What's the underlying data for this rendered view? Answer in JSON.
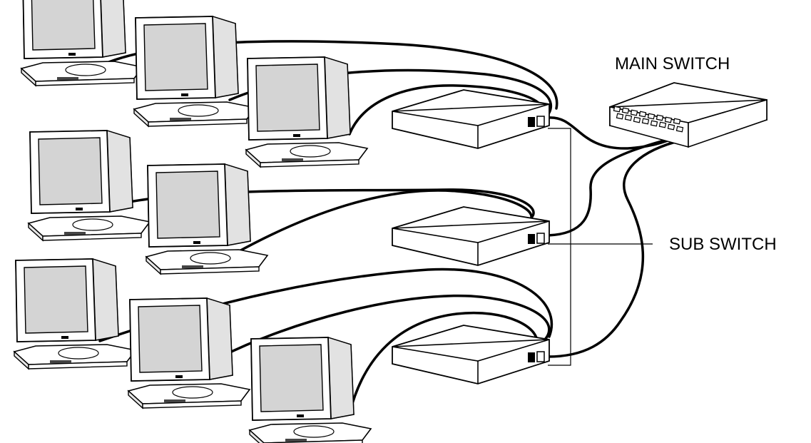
{
  "labels": {
    "main_switch": "MAIN SWITCH",
    "sub_switch": "SUB SWITCH"
  },
  "topology": {
    "main_switch": "MAIN SWITCH",
    "sub_switches": [
      {
        "id": "sub-switch-1",
        "computers": 3
      },
      {
        "id": "sub-switch-2",
        "computers": 2
      },
      {
        "id": "sub-switch-3",
        "computers": 3
      }
    ]
  },
  "colors": {
    "line": "#000000",
    "face": "#ffffff",
    "screen": "#d4d4d4",
    "shade": "#e6e6e6"
  }
}
